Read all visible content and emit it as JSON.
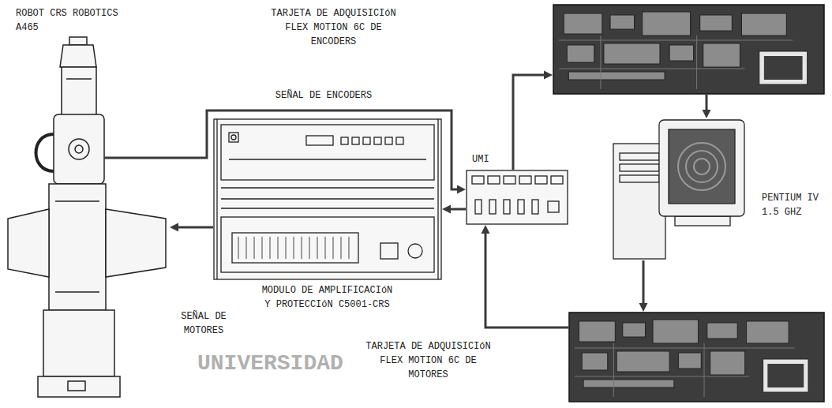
{
  "diagram": {
    "nodes": [
      {
        "text": [
          "ROBOT CRS ROBOTICS A465"
        ]
      },
      {
        "text": [
          "MODULO DE AMPLIFICACIóN Y PROTECCIóN C5001-CRS"
        ]
      },
      {
        "text": [
          "UMI"
        ]
      },
      {
        "text": [
          "TARJETA DE ADQUISICIóN FLEX MOTION 6C DE ENCODERS"
        ]
      },
      {
        "text": [
          "PENTIUM IV 1.5 GHZ"
        ]
      },
      {
        "text": [
          "TARJETA DE ADQUISICIóN FLEX MOTION 6C DE MOTORES"
        ]
      }
    ],
    "edges": [
      {
        "from": 0,
        "to": 2,
        "label": "SEÑAL DE ENCODERS",
        "arrow": "to"
      },
      {
        "from": 2,
        "to": 3,
        "arrow": "to"
      },
      {
        "from": 3,
        "to": 4,
        "arrow": "to"
      },
      {
        "from": 4,
        "to": 5,
        "arrow": "to"
      },
      {
        "from": 5,
        "to": 2,
        "arrow": "to"
      },
      {
        "from": 2,
        "to": 1,
        "arrow": "to"
      },
      {
        "from": 1,
        "to": 0,
        "label": "SEÑAL DE MOTORES",
        "arrow": "to"
      }
    ],
    "labels": [
      "UNIVERSIDAD"
    ]
  }
}
